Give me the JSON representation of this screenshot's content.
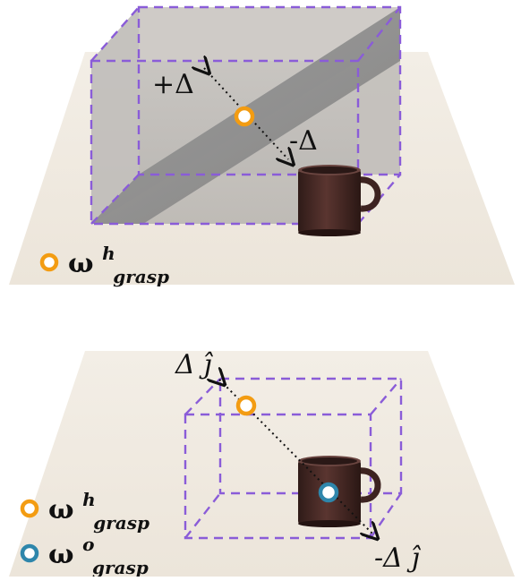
{
  "top_panel": {
    "plus_delta_label": "+Δ",
    "minus_delta_label": "-Δ",
    "legend": {
      "symbol": "ω",
      "superscript": "h",
      "subscript": "grasp"
    }
  },
  "bottom_panel": {
    "delta_j_label": "Δ ĵ",
    "minus_delta_j_label": "-Δ ĵ",
    "legend_items": [
      {
        "symbol": "ω",
        "superscript": "h",
        "subscript": "grasp",
        "color": "#f39c12"
      },
      {
        "symbol": "ω",
        "superscript": "o",
        "subscript": "grasp",
        "color": "#2e86ab"
      }
    ]
  },
  "colors": {
    "hand_grasp": "#f39c12",
    "object_grasp": "#2e86ab",
    "box_outline": "#8a5cd8",
    "table": "#efe9df",
    "plane": "#8d8d8d",
    "mug": "#4a2a26"
  },
  "icons": {
    "mug": "mug-icon",
    "hand_marker": "orange-ring-marker",
    "object_marker": "blue-ring-marker"
  }
}
